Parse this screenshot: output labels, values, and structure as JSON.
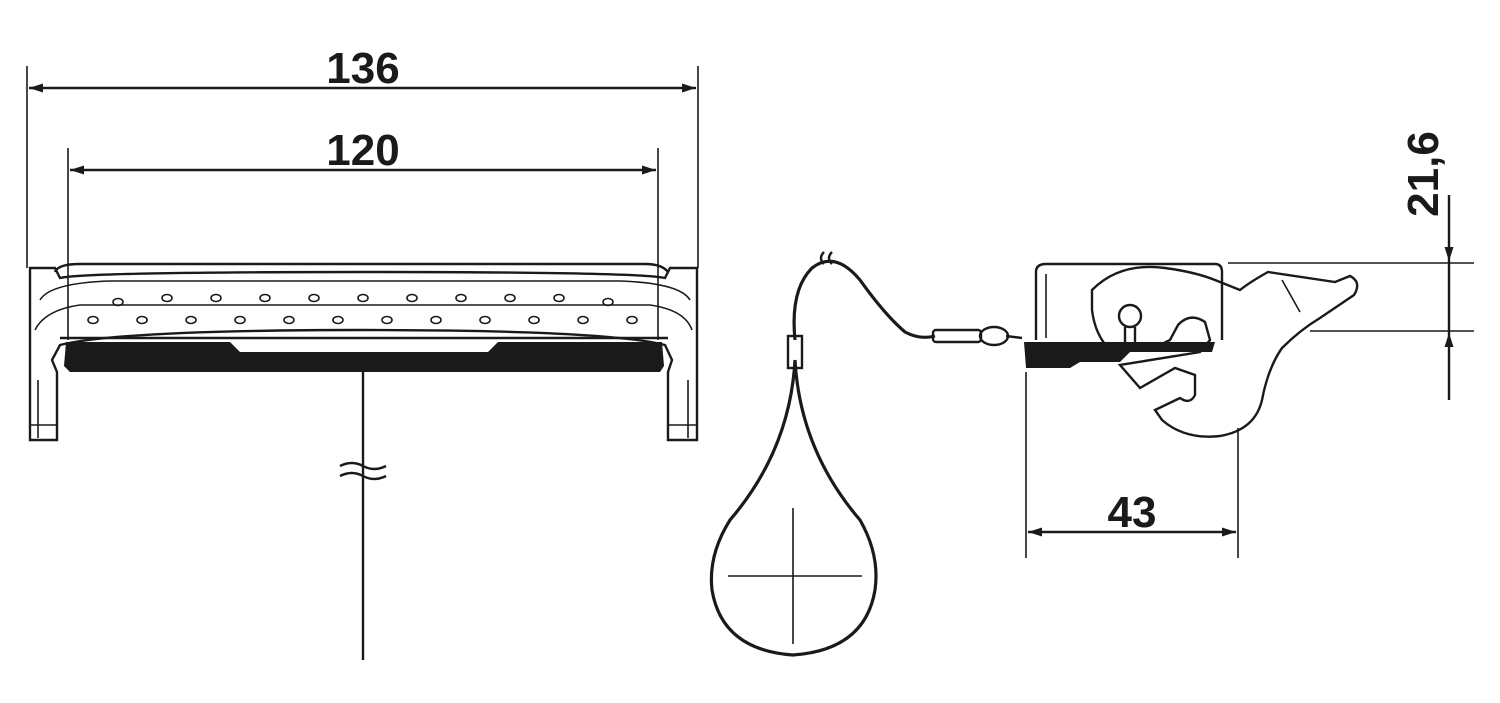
{
  "dimensions": {
    "overall_width": "136",
    "inner_width": "120",
    "side_depth": "43",
    "height": "21,6"
  },
  "colors": {
    "line": "#1a1a1a",
    "background": "#ffffff"
  }
}
